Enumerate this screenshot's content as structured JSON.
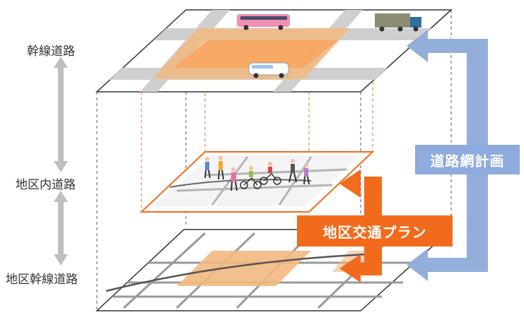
{
  "levels": {
    "arterial_road": "幹線道路",
    "local_road": "地区内道路",
    "district_arterial_road": "地区幹線道路"
  },
  "plans": {
    "road_network_plan": "道路網計画",
    "district_traffic_plan": "地区交通プラン"
  },
  "colors": {
    "network_arrow": "#94aedc",
    "network_box": "#8faadc",
    "district_arrow": "#f26b1d",
    "district_box": "#f26b1d",
    "zone_fill": "#f2b880",
    "road_gray": "#cfcfcf",
    "level_arrow": "#bfbfbf"
  }
}
